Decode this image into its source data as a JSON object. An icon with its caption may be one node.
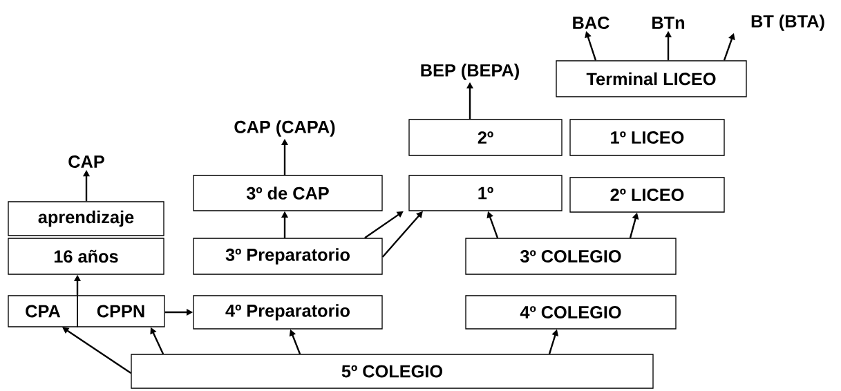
{
  "diagram": {
    "nodes": [
      {
        "text": [
          "CAP"
        ]
      },
      {
        "text": [
          "aprendizaje"
        ]
      },
      {
        "text": [
          "16 años"
        ]
      },
      {
        "text": [
          "CPA"
        ]
      },
      {
        "text": [
          "CPPN"
        ]
      },
      {
        "text": [
          "CAP (CAPA)"
        ]
      },
      {
        "text": [
          "3º de CAP"
        ]
      },
      {
        "text": [
          "3º Preparatorio"
        ]
      },
      {
        "text": [
          "4º Preparatorio"
        ]
      },
      {
        "text": [
          "BEP (BEPA)"
        ]
      },
      {
        "text": [
          "2º"
        ]
      },
      {
        "text": [
          "1º"
        ]
      },
      {
        "text": [
          "BAC"
        ]
      },
      {
        "text": [
          "BTn"
        ]
      },
      {
        "text": [
          "BT (BTA)"
        ]
      },
      {
        "text": [
          "Terminal LICEO"
        ]
      },
      {
        "text": [
          "1º LICEO"
        ]
      },
      {
        "text": [
          "2º LICEO"
        ]
      },
      {
        "text": [
          "3º COLEGIO"
        ]
      },
      {
        "text": [
          "4º COLEGIO"
        ]
      },
      {
        "text": [
          "5º COLEGIO"
        ]
      }
    ],
    "edges": [
      {
        "from": 1,
        "to": 0,
        "arrow": "to"
      },
      {
        "from": 3,
        "to": 2,
        "arrow": "to"
      },
      {
        "from": 4,
        "to": 8,
        "arrow": "to"
      },
      {
        "from": 6,
        "to": 5,
        "arrow": "to"
      },
      {
        "from": 7,
        "to": 6,
        "arrow": "to"
      },
      {
        "from": 7,
        "to": 11,
        "arrow": "to"
      },
      {
        "from": 7,
        "to": 11,
        "arrow": "to"
      },
      {
        "from": 10,
        "to": 9,
        "arrow": "to"
      },
      {
        "from": 15,
        "to": 12,
        "arrow": "to"
      },
      {
        "from": 15,
        "to": 13,
        "arrow": "to"
      },
      {
        "from": 15,
        "to": 14,
        "arrow": "to"
      },
      {
        "from": 18,
        "to": 11,
        "arrow": "to"
      },
      {
        "from": 18,
        "to": 17,
        "arrow": "to"
      },
      {
        "from": 20,
        "to": 3,
        "arrow": "to"
      },
      {
        "from": 20,
        "to": 4,
        "arrow": "to"
      },
      {
        "from": 20,
        "to": 8,
        "arrow": "to"
      },
      {
        "from": 20,
        "to": 19,
        "arrow": "to"
      }
    ]
  }
}
